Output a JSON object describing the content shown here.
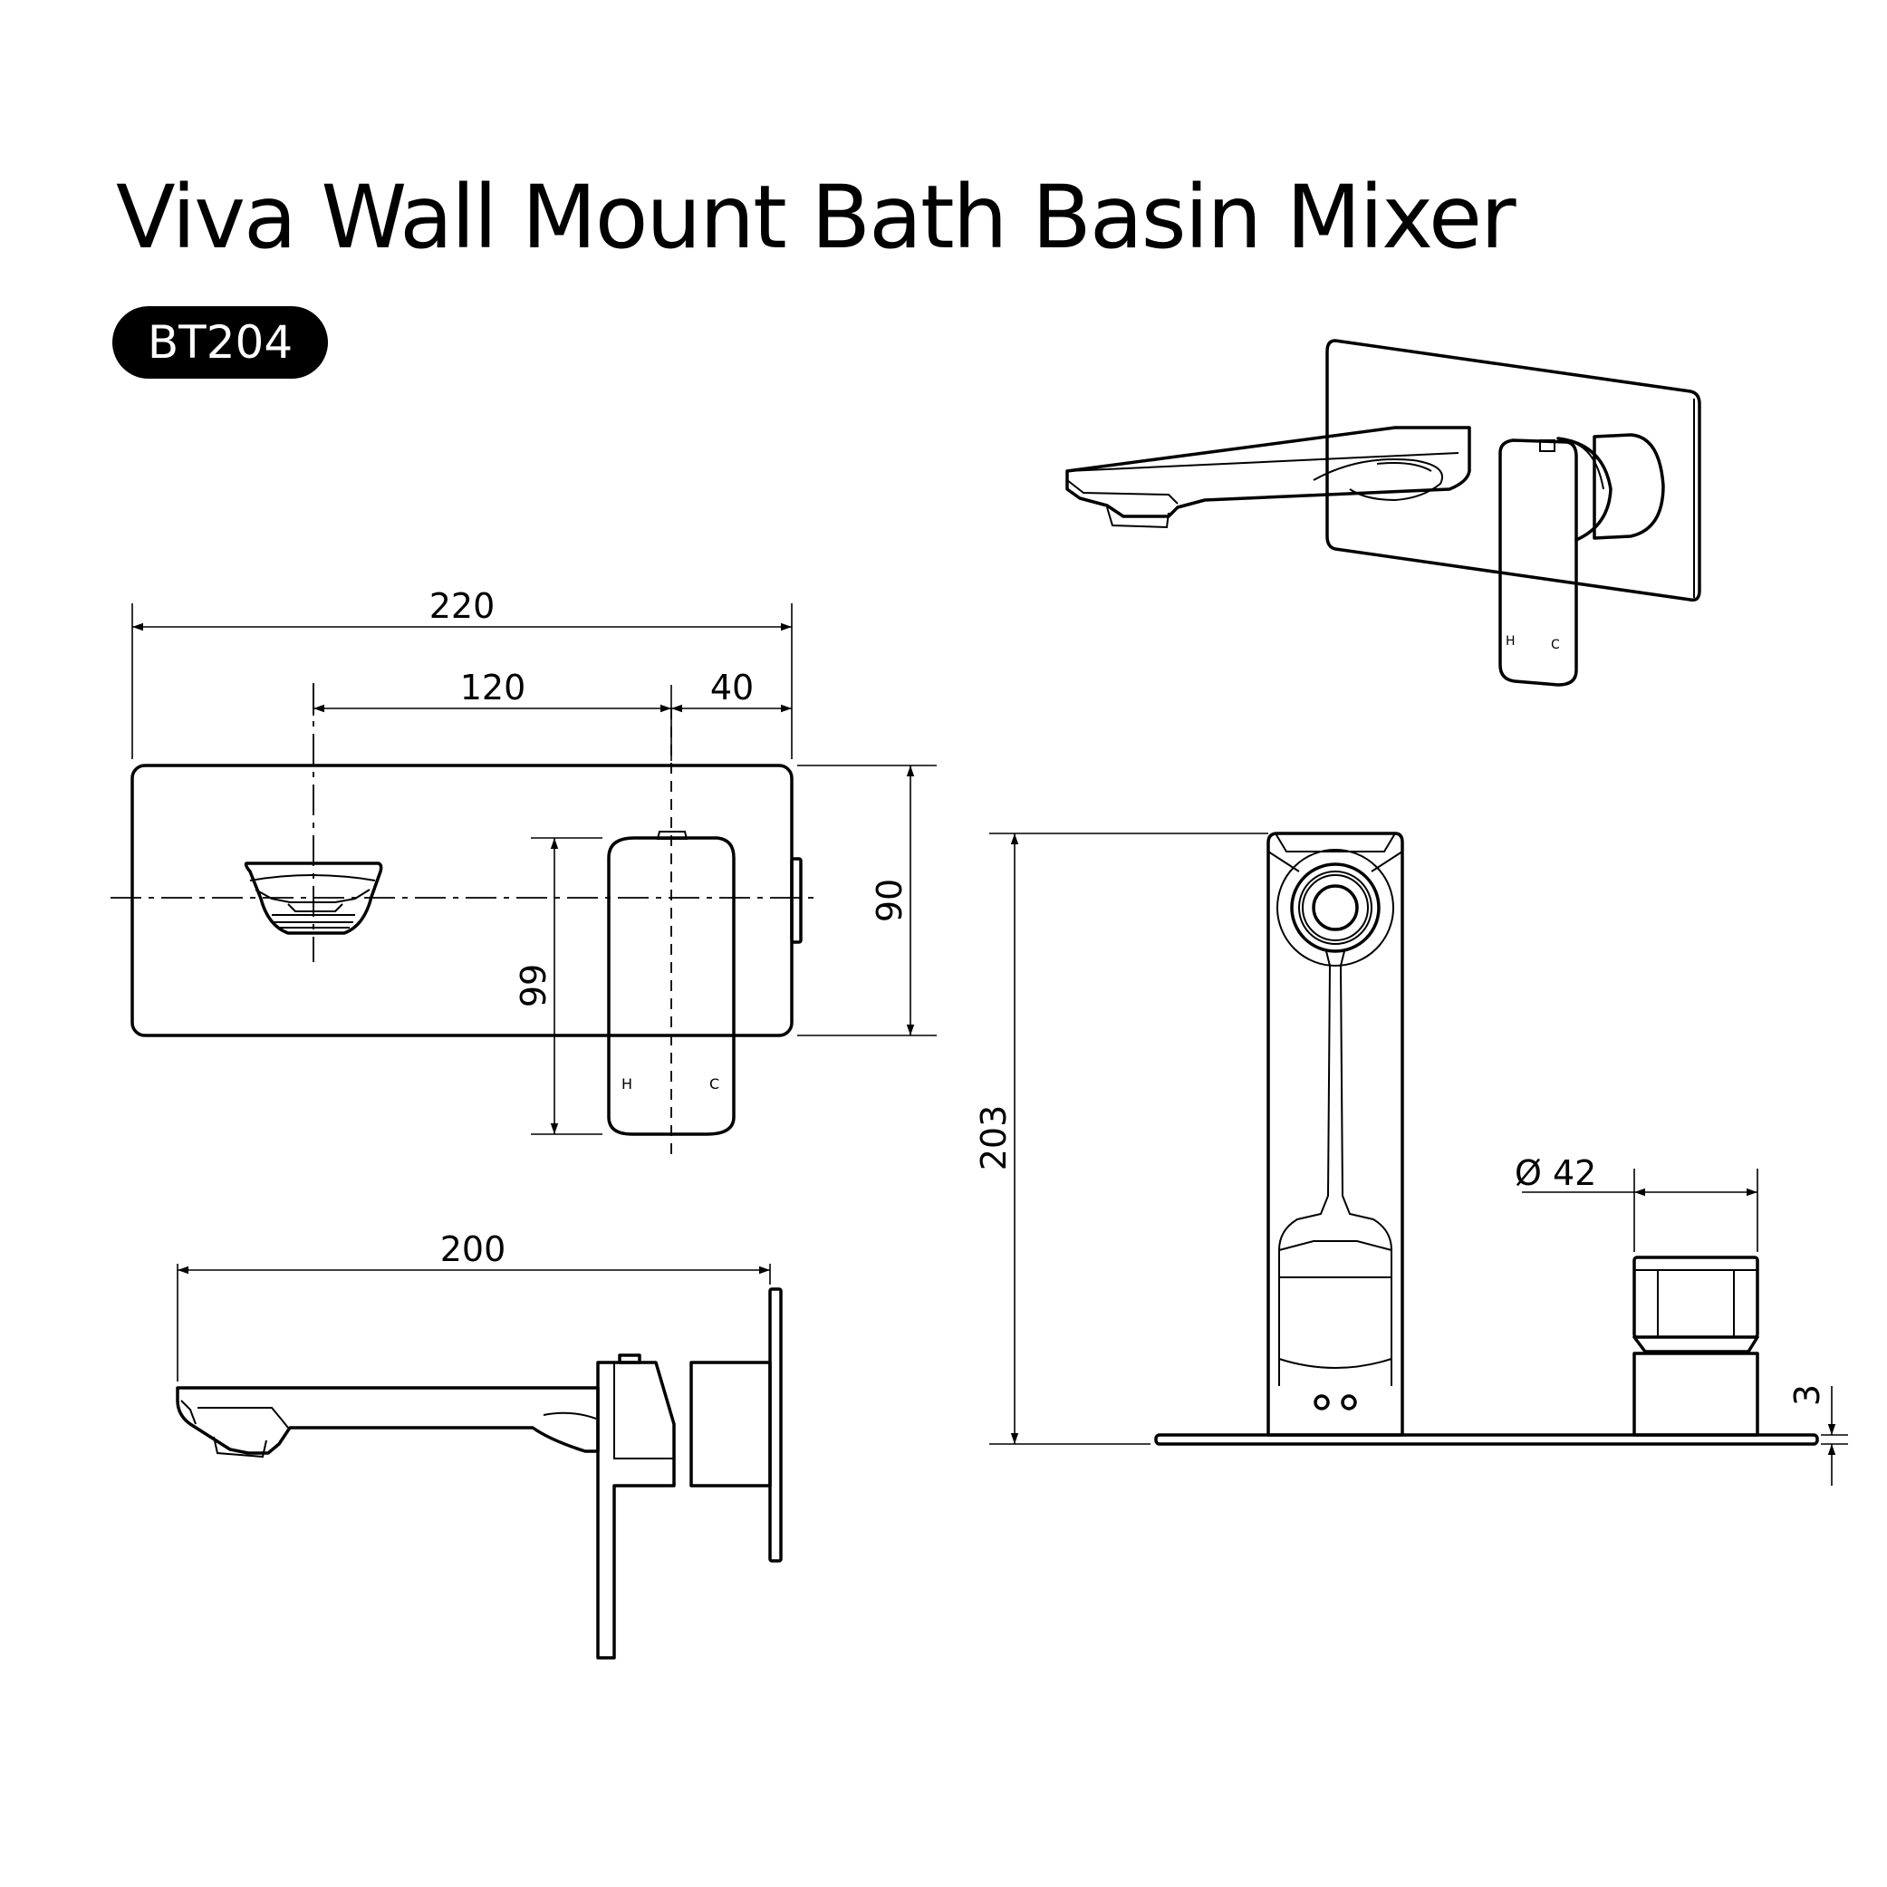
{
  "header": {
    "title": "Viva Wall Mount Bath Basin Mixer",
    "model_code": "BT204"
  },
  "dimensions": {
    "front_total_width": "220",
    "spout_to_handle": "120",
    "handle_to_edge": "40",
    "plate_height": "90",
    "handle_height": "99",
    "spout_length": "200",
    "overall_height": "203",
    "body_diameter": "Ø 42",
    "plate_thickness": "3"
  },
  "labels": {
    "hot": "H",
    "cold": "C"
  },
  "colors": {
    "line": "#000000",
    "badge_bg": "#000000",
    "badge_text": "#ffffff"
  }
}
